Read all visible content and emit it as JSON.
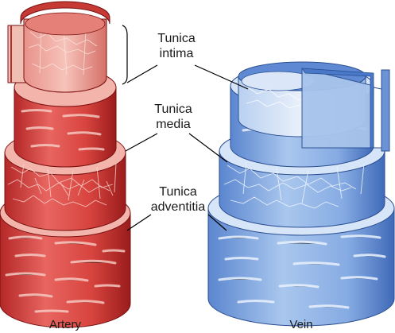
{
  "labels": {
    "intima_line1": "Tunica",
    "intima_line2": "intima",
    "media_line1": "Tunica",
    "media_line2": "media",
    "adventitia_line1": "Tunica",
    "adventitia_line2": "adventitia",
    "artery": "Artery",
    "vein": "Vein"
  },
  "colors": {
    "artery_light": "#f08a84",
    "artery_mid": "#dd4d48",
    "artery_dark": "#a61e1e",
    "artery_inner": "#f2b0a6",
    "vein_light": "#c7dcf5",
    "vein_mid": "#8fb3e6",
    "vein_dark": "#4a78c8",
    "vein_inner": "#e2ecfa"
  }
}
